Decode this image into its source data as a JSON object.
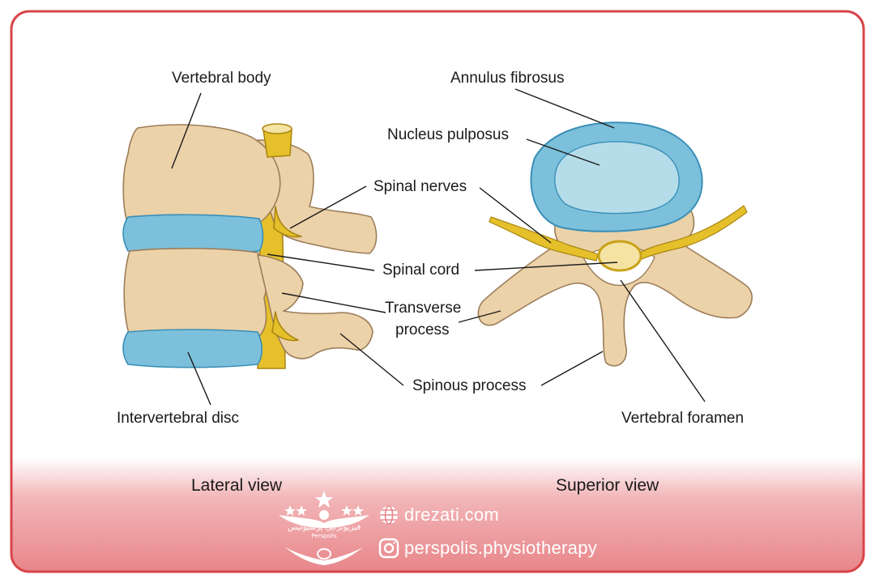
{
  "labels": {
    "vertebral_body": "Vertebral body",
    "intervertebral_disc": "Intervertebral disc",
    "annulus_fibrosus": "Annulus fibrosus",
    "nucleus_pulposus": "Nucleus pulposus",
    "spinal_nerves": "Spinal nerves",
    "spinal_cord": "Spinal cord",
    "transverse_process_1": "Transverse",
    "transverse_process_2": "process",
    "spinous_process": "Spinous process",
    "vertebral_foramen": "Vertebral foramen"
  },
  "views": {
    "lateral": "Lateral view",
    "superior": "Superior view"
  },
  "footer": {
    "website": "drezati.com",
    "instagram": "perspolis.physiotherapy",
    "logo_text": "فیزیوتراپی پرسپولیس",
    "logo_subtext": "Perspolis"
  },
  "icons": [
    "globe-icon",
    "instagram-icon",
    "star-icon",
    "logo-emblem"
  ],
  "colors": {
    "frame": "#d9444a",
    "bone": "#ecd2a8",
    "bone_outline": "#9c7d5a",
    "disc": "#7cc0db",
    "disc_outline": "#3a8fb7",
    "nucleus": "#b5dde9",
    "nerve": "#e5c02a",
    "cord": "#f4e3a2",
    "footer_pink": "#e8868a"
  }
}
